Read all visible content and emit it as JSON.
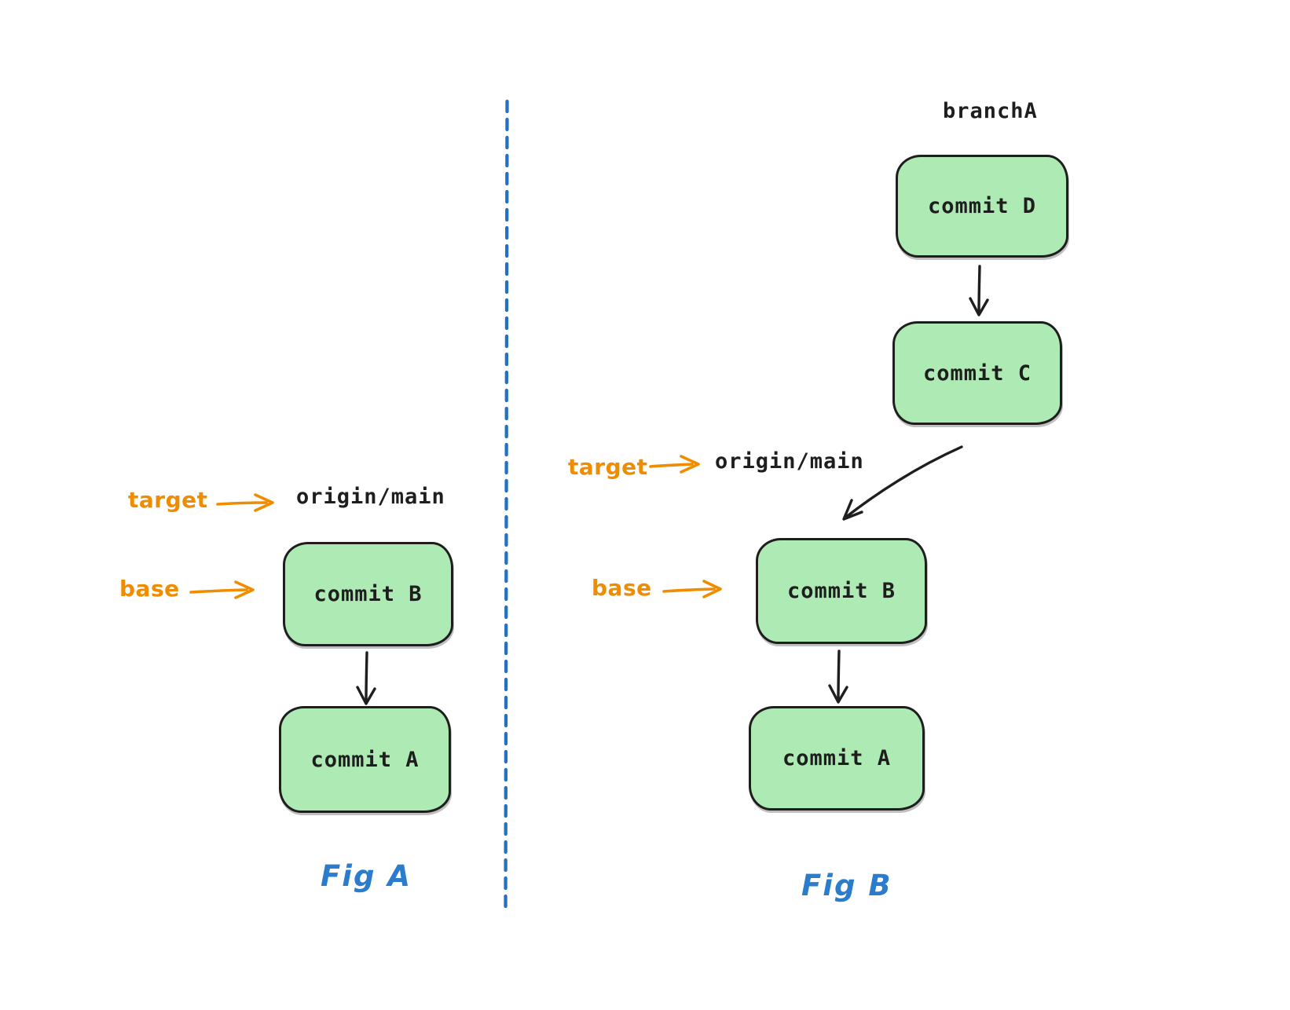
{
  "colors": {
    "commit_fill_green": "#aeeab4",
    "outline_black": "#1e1e1e",
    "pointer_orange": "#f08c00",
    "divider_blue": "#2371c0",
    "caption_blue": "#2b7ccc",
    "background": "#ffffff"
  },
  "fig_a": {
    "caption": "Fig A",
    "pointers": {
      "target": "target",
      "base": "base"
    },
    "ref_label": "origin/main",
    "commits": [
      "commit B",
      "commit A"
    ]
  },
  "fig_b": {
    "caption": "Fig B",
    "branch_label": "branchA",
    "pointers": {
      "target": "target",
      "base": "base"
    },
    "ref_label": "origin/main",
    "commits": [
      "commit D",
      "commit C",
      "commit B",
      "commit A"
    ]
  }
}
